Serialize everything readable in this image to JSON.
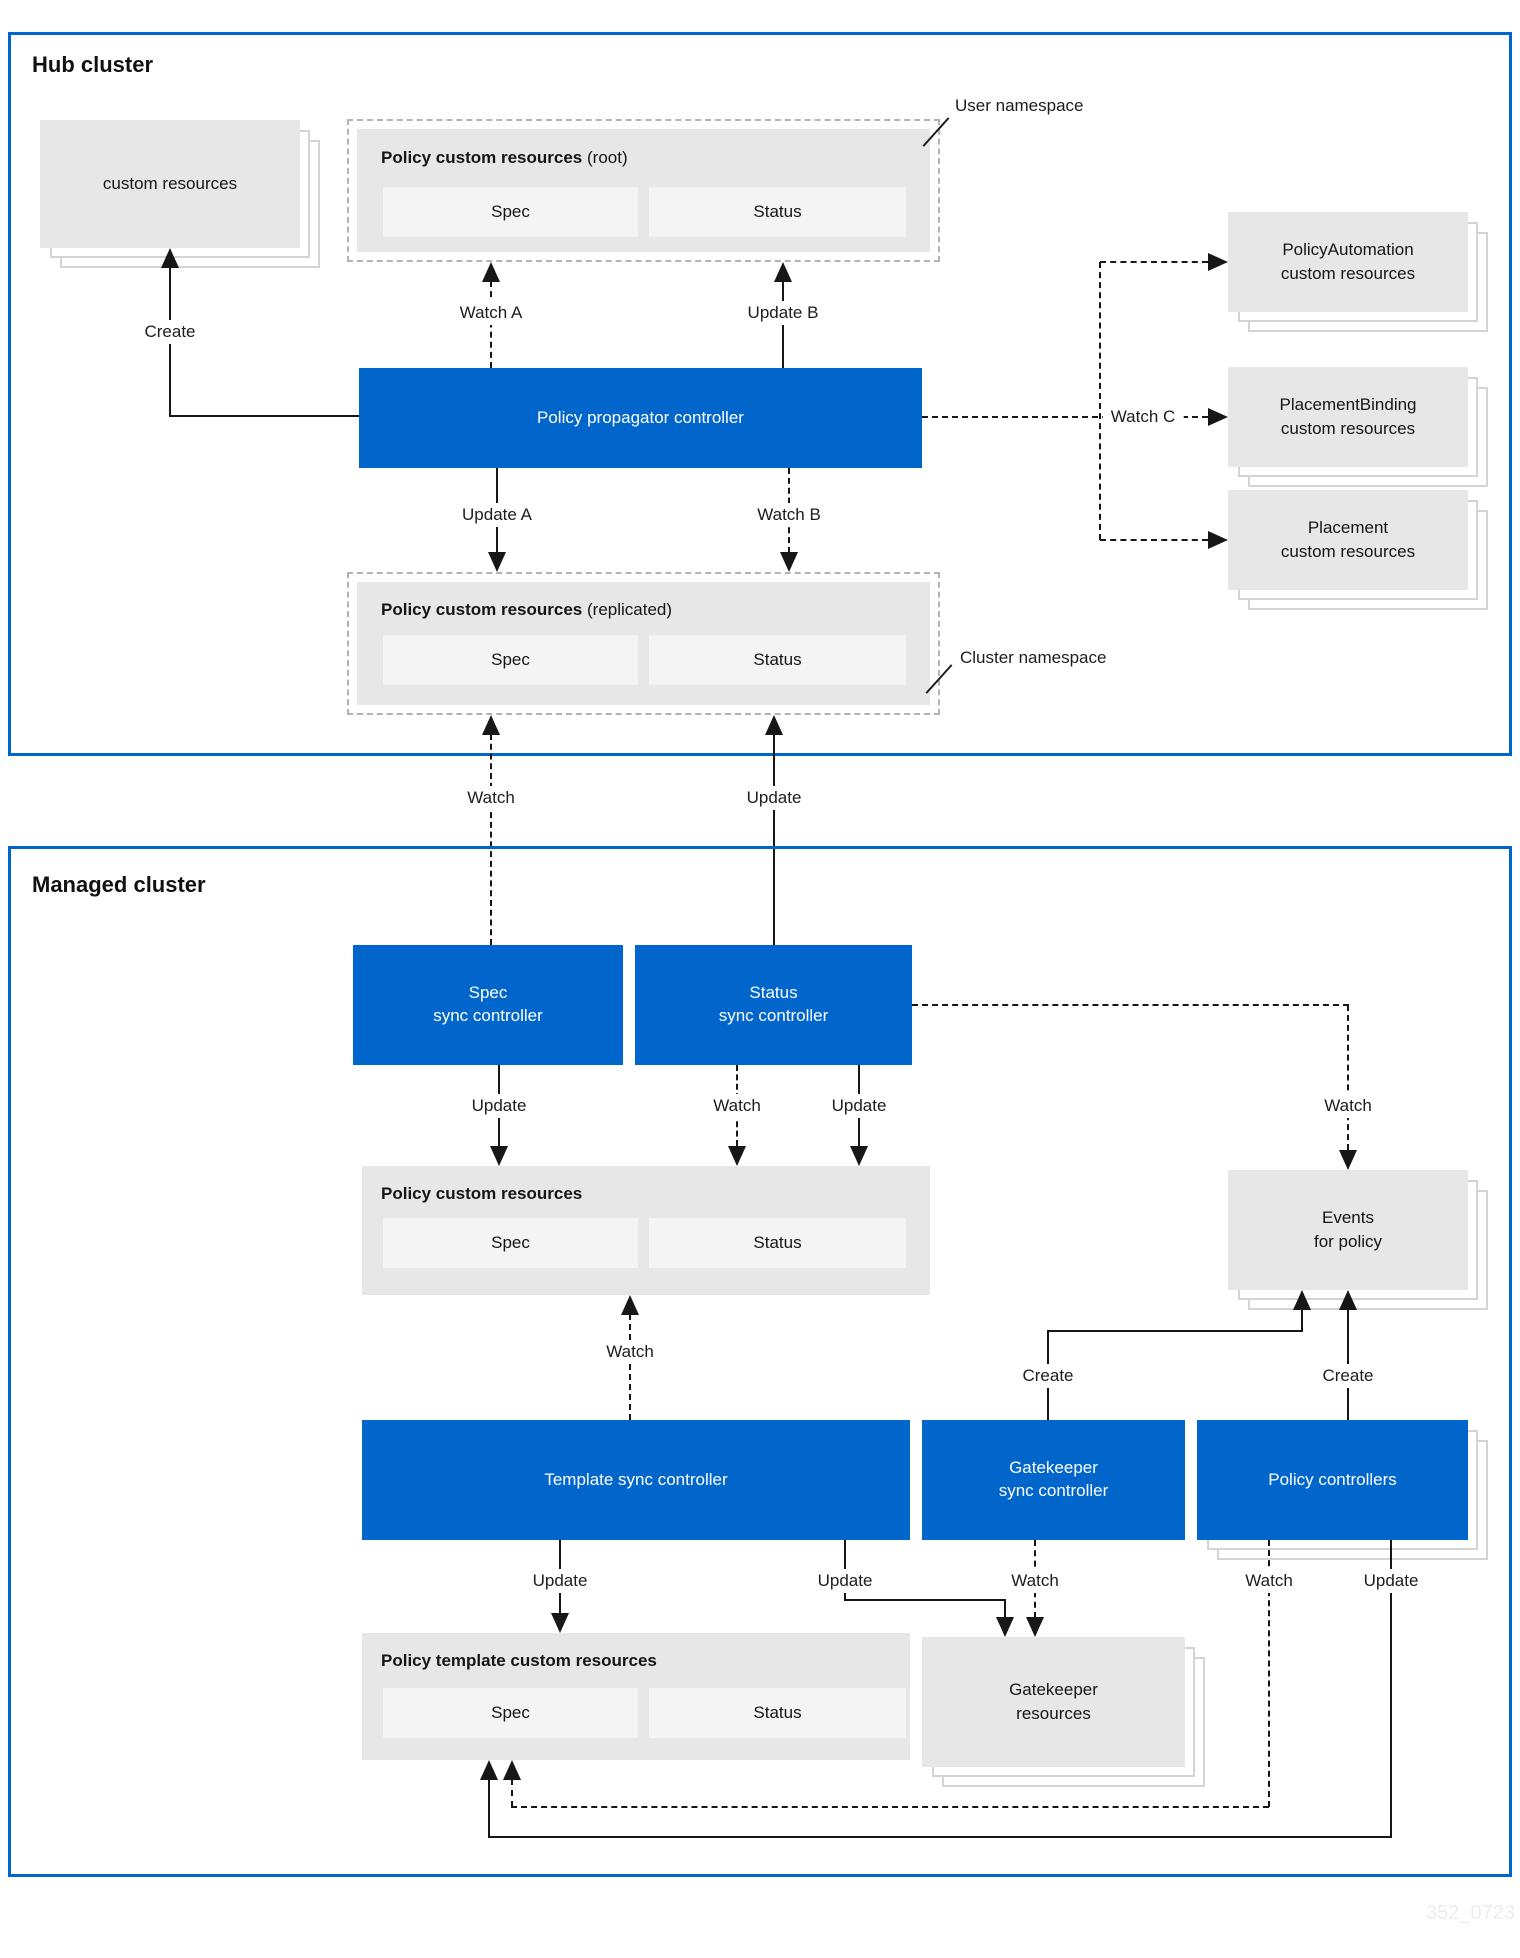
{
  "colors": {
    "accent_blue": "#0066cc",
    "box_gray": "#e7e7e7",
    "inner_gray": "#f4f4f4",
    "line_dark": "#171717",
    "watermark_gray": "#ececec"
  },
  "hub": {
    "title": "Hub cluster",
    "custom_resources": "custom resources",
    "user_namespace_label": "User namespace",
    "cluster_namespace_label": "Cluster namespace",
    "root_policy": {
      "title": "Policy custom resources",
      "qualifier": "(root)",
      "spec": "Spec",
      "status": "Status"
    },
    "replicated_policy": {
      "title": "Policy custom resources",
      "qualifier": "(replicated)",
      "spec": "Spec",
      "status": "Status"
    },
    "propagator": "Policy propagator controller",
    "right_boxes": [
      {
        "line1": "PolicyAutomation",
        "line2": "custom resources"
      },
      {
        "line1": "PlacementBinding",
        "line2": "custom resources"
      },
      {
        "line1": "Placement",
        "line2": "custom resources"
      }
    ]
  },
  "managed": {
    "title": "Managed cluster",
    "spec_sync": {
      "line1": "Spec",
      "line2": "sync controller"
    },
    "status_sync": {
      "line1": "Status",
      "line2": "sync controller"
    },
    "policy": {
      "title": "Policy custom resources",
      "spec": "Spec",
      "status": "Status"
    },
    "events": {
      "line1": "Events",
      "line2": "for policy"
    },
    "template_sync": "Template sync controller",
    "gatekeeper_sync": {
      "line1": "Gatekeeper",
      "line2": "sync controller"
    },
    "policy_controllers": "Policy controllers",
    "policy_template": {
      "title": "Policy template custom resources",
      "spec": "Spec",
      "status": "Status"
    },
    "gatekeeper_resources": {
      "line1": "Gatekeeper",
      "line2": "resources"
    }
  },
  "edges": {
    "create": "Create",
    "watch_a": "Watch A",
    "update_b": "Update B",
    "update_a": "Update A",
    "watch_b": "Watch B",
    "watch_c": "Watch C",
    "watch_cross": "Watch",
    "update_cross": "Update",
    "update_spec_sync": "Update",
    "watch_status_sync": "Watch",
    "update_status_sync": "Update",
    "watch_events": "Watch",
    "watch_template": "Watch",
    "create_gatekeeper": "Create",
    "create_policy_controllers": "Create",
    "update_template": "Update",
    "update_template_gatekeeper": "Update",
    "watch_gatekeeper": "Watch",
    "watch_policy_controllers": "Watch",
    "update_policy_controllers": "Update"
  },
  "watermark": "352_0723"
}
